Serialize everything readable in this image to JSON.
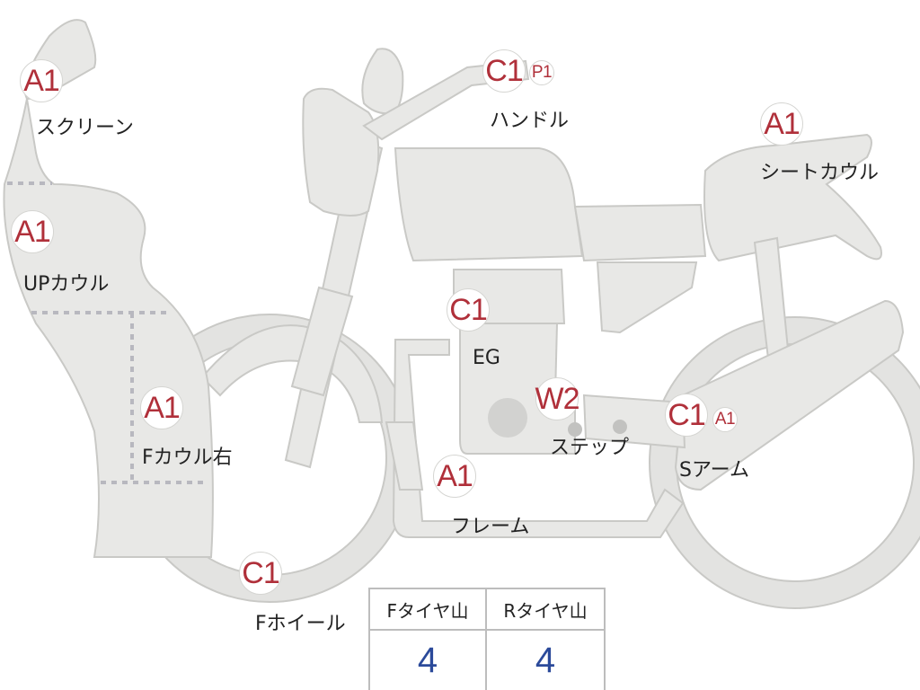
{
  "parts": [
    {
      "key": "screen",
      "grade": "A1",
      "label": "スクリーン"
    },
    {
      "key": "up_cowl",
      "grade": "A1",
      "label": "UPカウル"
    },
    {
      "key": "f_cowl_right",
      "grade": "A1",
      "label": "Fカウル右"
    },
    {
      "key": "f_wheel",
      "grade": "C1",
      "label": "Fホイール"
    },
    {
      "key": "handle",
      "grade": "C1",
      "sub_grade": "P1",
      "label": "ハンドル"
    },
    {
      "key": "engine",
      "grade": "C1",
      "label": "EG"
    },
    {
      "key": "step",
      "grade": "W2",
      "label": "ステップ"
    },
    {
      "key": "frame",
      "grade": "A1",
      "label": "フレーム"
    },
    {
      "key": "seat_cowl",
      "grade": "A1",
      "label": "シートカウル"
    },
    {
      "key": "s_arm",
      "grade": "C1",
      "sub_grade": "A1",
      "label": "Sアーム"
    }
  ],
  "tire_table": {
    "front_label": "Fタイヤ山",
    "rear_label": "Rタイヤ山",
    "front_value": "4",
    "rear_value": "4"
  },
  "colors": {
    "part_fill": "#e8e8e6",
    "part_stroke": "#c9c9c6",
    "grade_text": "#b0303a",
    "tire_value_text": "#2b4a9a"
  }
}
